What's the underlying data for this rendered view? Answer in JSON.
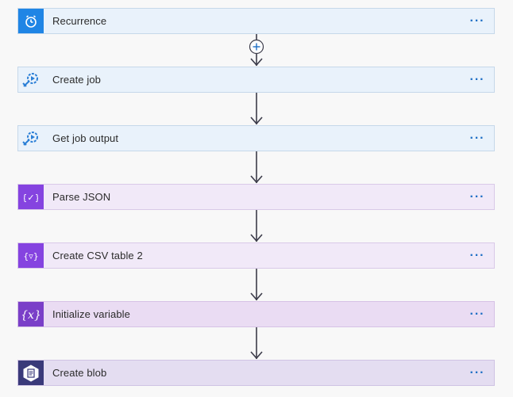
{
  "steps": [
    {
      "label": "Recurrence",
      "icon": "clock-icon",
      "theme": "blue"
    },
    {
      "label": "Create job",
      "icon": "runbook-icon",
      "theme": "blue"
    },
    {
      "label": "Get job output",
      "icon": "runbook-icon",
      "theme": "blue"
    },
    {
      "label": "Parse JSON",
      "icon": "parse-json-icon",
      "theme": "purple"
    },
    {
      "label": "Create CSV table 2",
      "icon": "csv-table-icon",
      "theme": "purple"
    },
    {
      "label": "Initialize variable",
      "icon": "variable-icon",
      "theme": "variable"
    },
    {
      "label": "Create blob",
      "icon": "blob-storage-icon",
      "theme": "blob"
    }
  ],
  "more_label": "···",
  "colors": {
    "clock_blue": "#1f85e5",
    "data_purple": "#8543e0",
    "variable_purple": "#7a3fc8",
    "blob_dark": "#3a3a7a",
    "menu_blue": "#1f6fc5",
    "connector": "#3c3c4a"
  }
}
